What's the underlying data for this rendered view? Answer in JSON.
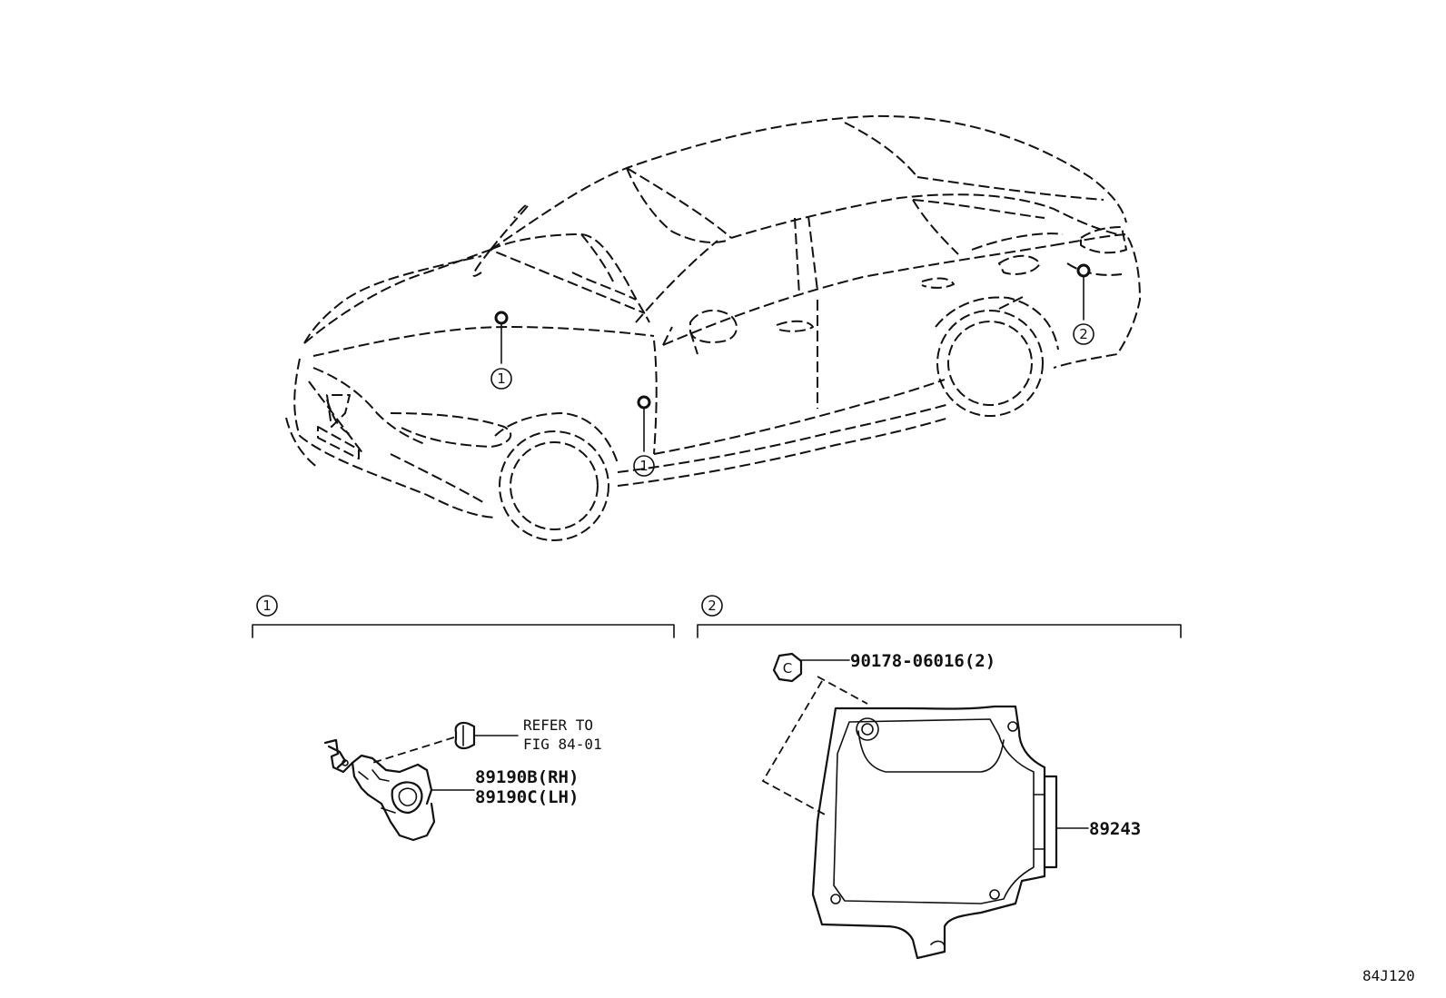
{
  "callouts": {
    "one": "1",
    "two": "2"
  },
  "labels": {
    "refer_to": "REFER TO",
    "fig_ref": "FIG 84-01",
    "part_rh": "89190B(RH)",
    "part_lh": "89190C(LH)",
    "bolt": "90178-06016(2)",
    "ecu": "89243",
    "bolt_icon": "C"
  },
  "figure_id": "84J120",
  "icons": [
    "sedan-outline",
    "sensor-bracket",
    "clip",
    "bolt",
    "airbag-ecu"
  ]
}
